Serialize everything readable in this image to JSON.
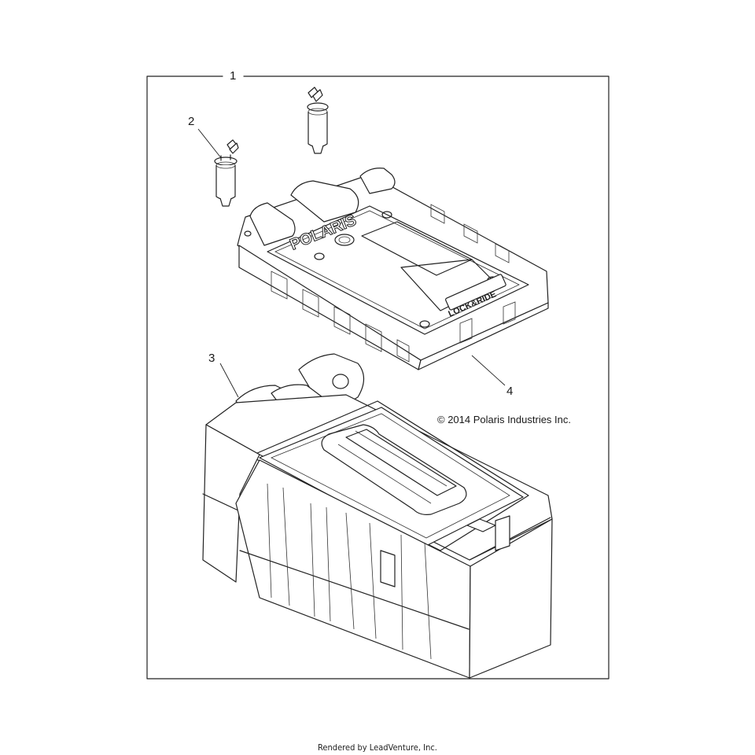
{
  "callouts": {
    "c1": "1",
    "c2": "2",
    "c3": "3",
    "c4": "4"
  },
  "copyright": "© 2014 Polaris Industries Inc.",
  "footer": "Rendered by LeadVenture, Inc.",
  "lid_brand": "POLARIS",
  "lid_badge": "LOCK&RIDE"
}
